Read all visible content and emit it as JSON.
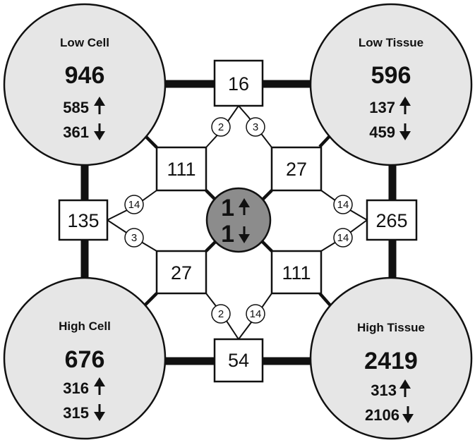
{
  "groups": {
    "low_cell": {
      "title": "Low Cell",
      "total": "946",
      "up": "585",
      "down": "361"
    },
    "low_tissue": {
      "title": "Low Tissue",
      "total": "596",
      "up": "137",
      "down": "459"
    },
    "high_cell": {
      "title": "High Cell",
      "total": "676",
      "up": "316",
      "down": "315"
    },
    "high_tissue": {
      "title": "High Tissue",
      "total": "2419",
      "up": "313",
      "down": "2106"
    }
  },
  "center": {
    "up": "1",
    "down": "1",
    "up_icon": "arrow-up-icon",
    "down_icon": "arrow-down-icon"
  },
  "edge_boxes": {
    "top": "16",
    "left": "135",
    "right": "265",
    "bottom": "54"
  },
  "diag_boxes": {
    "upper_left": "111",
    "upper_right": "27",
    "lower_left": "27",
    "lower_right": "111"
  },
  "small_circles": {
    "top_left": "2",
    "top_right": "3",
    "left_upper": "14",
    "left_lower": "3",
    "right_upper": "14",
    "right_lower": "14",
    "bottom_left": "2",
    "bottom_right": "14"
  },
  "colors": {
    "group_fill": "#e6e6e6",
    "center_fill": "#8c8c8c",
    "line": "#111111"
  }
}
